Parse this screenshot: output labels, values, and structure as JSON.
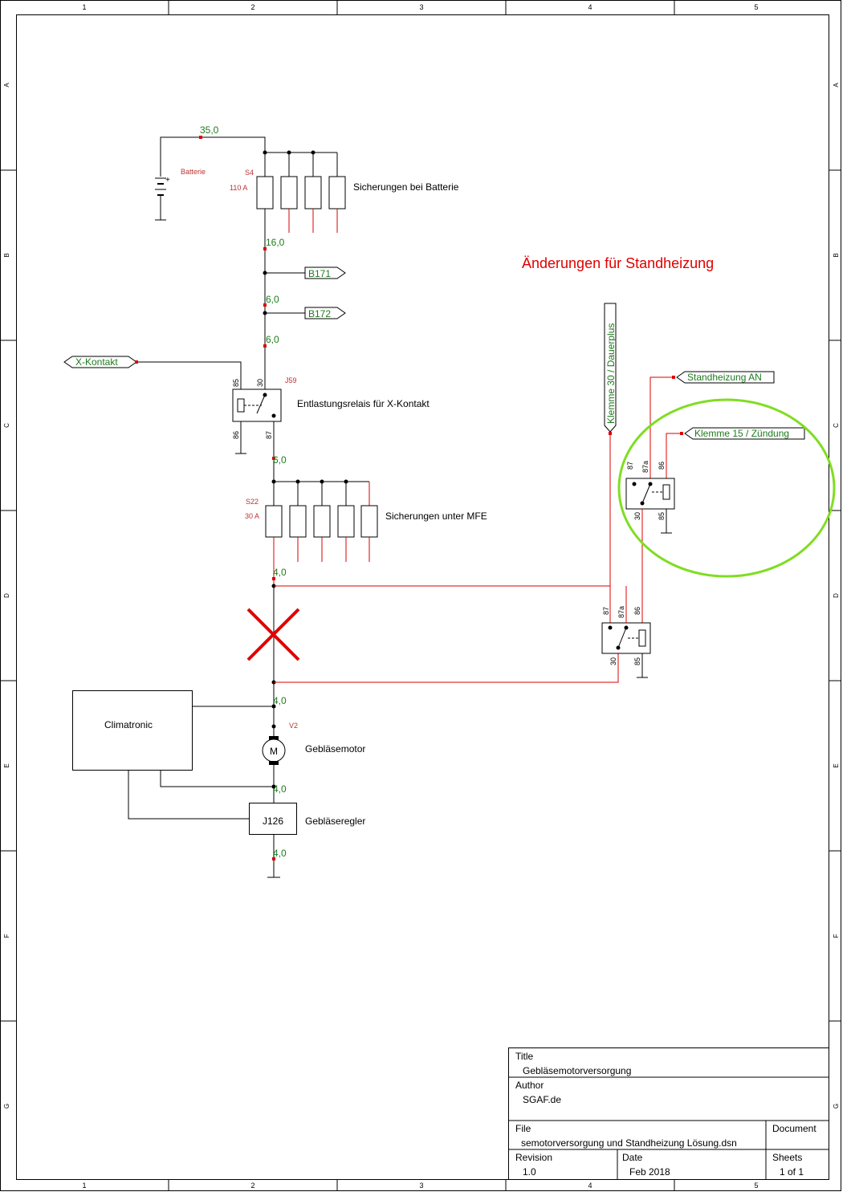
{
  "frame": {
    "columns": [
      "1",
      "2",
      "3",
      "4",
      "5"
    ],
    "rows": [
      "A",
      "B",
      "C",
      "D",
      "E",
      "F",
      "G"
    ]
  },
  "heading": "Änderungen für Standheizung",
  "battery": {
    "label": "Batterie",
    "wire_size": "35,0"
  },
  "fuse_block_s4": {
    "ref": "S4",
    "rating": "110 A",
    "label": "Sicherungen bei Batterie"
  },
  "wire_sizes": {
    "w1": "16,0",
    "w2": "6,0",
    "w3": "6,0",
    "w4": "6,0",
    "w5": "4,0",
    "w6": "4,0",
    "w7": "4,0",
    "w8": "4,0"
  },
  "connectors": {
    "b171": "B171",
    "b172": "B172",
    "x_kontakt": "X-Kontakt"
  },
  "relay_j59": {
    "ref": "J59",
    "label": "Entlastungsrelais für X-Kontakt",
    "pin_85": "85",
    "pin_30": "30",
    "pin_86": "86",
    "pin_87": "87"
  },
  "fuse_block_s22": {
    "ref": "S22",
    "rating": "30 A",
    "label": "Sicherungen unter MFE"
  },
  "climatronic": {
    "label": "Climatronic"
  },
  "motor": {
    "ref": "V2",
    "symbol": "M",
    "label": "Gebläsemotor"
  },
  "regulator": {
    "ref": "J126",
    "label": "Gebläseregler"
  },
  "inputs": {
    "klemme30": "Klemme 30 / Dauerplus",
    "standheizung": "Standheizung AN",
    "klemme15": "Klemme 15 / Zündung"
  },
  "relay_upper": {
    "pin_87": "87",
    "pin_87a": "87a",
    "pin_86": "86",
    "pin_30": "30",
    "pin_85": "85"
  },
  "relay_lower": {
    "pin_87": "87",
    "pin_87a": "87a",
    "pin_86": "86",
    "pin_30": "30",
    "pin_85": "85"
  },
  "title_block": {
    "title_label": "Title",
    "title_value": "Gebläsemotorversorgung",
    "author_label": "Author",
    "author_value": "SGAF.de",
    "file_label": "File",
    "file_value": "semotorversorgung und Standheizung Lösung.dsn",
    "document_label": "Document",
    "revision_label": "Revision",
    "revision_value": "1.0",
    "date_label": "Date",
    "date_value": "Feb 2018",
    "sheets_label": "Sheets",
    "sheets_value": "1 of 1"
  },
  "colors": {
    "accent_red": "#dd0000",
    "highlight_green": "#80dd22",
    "wire_size_green": "#1e7a1e",
    "label_red": "#b33333"
  }
}
